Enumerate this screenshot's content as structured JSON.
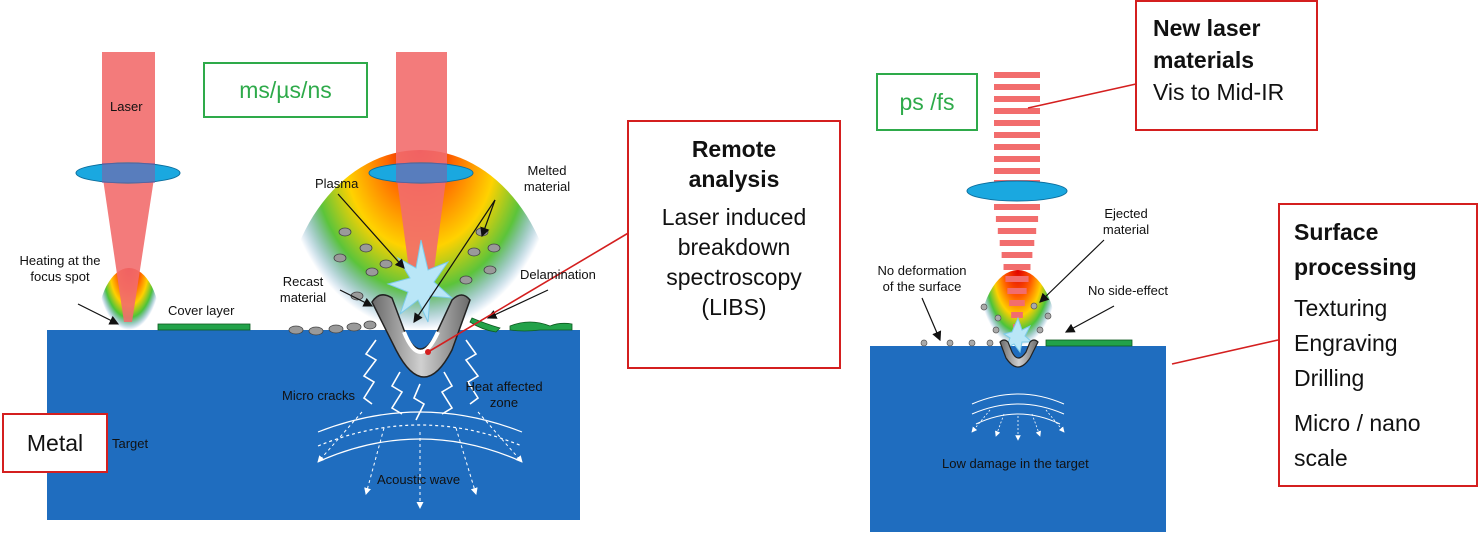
{
  "left_panel": {
    "laser_label": "Laser",
    "heating_label_line1": "Heating at the",
    "heating_label_line2": "focus spot",
    "cover_layer_label": "Cover layer",
    "plasma_label": "Plasma",
    "melted_label_line1": "Melted",
    "melted_label_line2": "material",
    "recast_label_line1": "Recast",
    "recast_label_line2": "material",
    "delamination_label": "Delamination",
    "micro_cracks_label": "Micro cracks",
    "heat_affected_line1": "Heat affected",
    "heat_affected_line2": "zone",
    "target_label": "Target",
    "acoustic_label": "Acoustic wave",
    "pulse_box": "ms/µs/ns",
    "metal_box": "Metal"
  },
  "remote_box": {
    "heading_line1": "Remote",
    "heading_line2": "analysis",
    "body_line1": "Laser induced",
    "body_line2": "breakdown",
    "body_line3": "spectroscopy",
    "body_line4": "(LIBS)"
  },
  "right_panel": {
    "pulse_box": "ps /fs",
    "ejected_line1": "Ejected",
    "ejected_line2": "material",
    "no_deform_line1": "No deformation",
    "no_deform_line2": "of the surface",
    "no_side_effect": "No side-effect",
    "low_damage": "Low  damage in the target"
  },
  "new_laser_box": {
    "heading_line1": "New laser",
    "heading_line2": "materials",
    "body_line1": "Vis to Mid-IR"
  },
  "surface_box": {
    "heading_line1": "Surface",
    "heading_line2": "processing",
    "items": [
      "Texturing",
      "Engraving",
      "Drilling"
    ],
    "scale_line1": "Micro / nano",
    "scale_line2": "scale"
  },
  "colors": {
    "target_blue": "#1f6dbf",
    "laser_red": "#f26d6d",
    "lens_blue": "#1aa8e0",
    "cover_green": "#22a24a",
    "box_green": "#2eaa4a",
    "box_red": "#d41f1f"
  }
}
